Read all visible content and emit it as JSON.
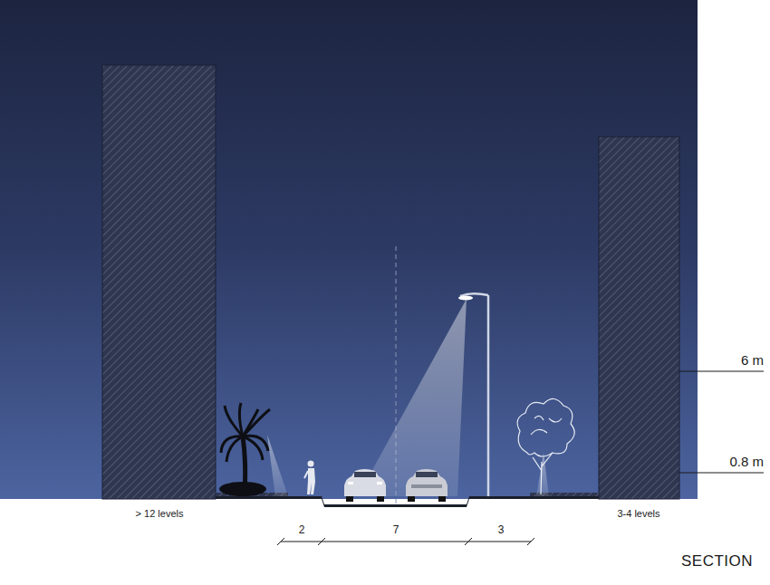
{
  "diagram": {
    "labels": [
      "> 12 levels",
      "3-4 levels",
      "2",
      "7",
      "3",
      "6 m",
      "0.8 m",
      "SECTION"
    ]
  }
}
